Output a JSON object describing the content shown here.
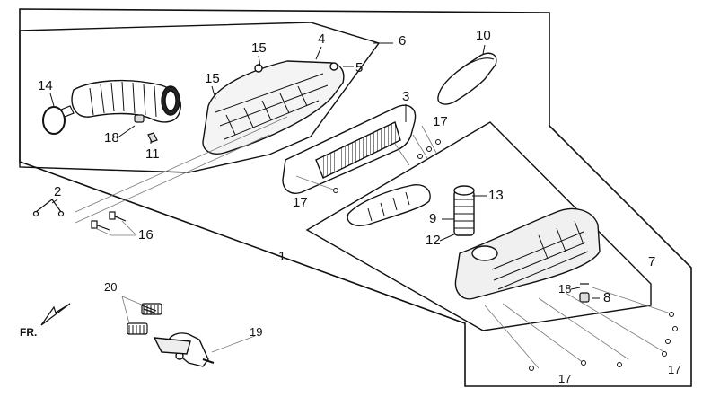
{
  "diagram": {
    "callouts": {
      "c1": "1",
      "c2": "2",
      "c3": "3",
      "c4": "4",
      "c5": "5",
      "c6": "6",
      "c7": "7",
      "c8": "8",
      "c9": "9",
      "c10": "10",
      "c11": "11",
      "c12": "12",
      "c13": "13",
      "c14": "14",
      "c15a": "15",
      "c15b": "15",
      "c16": "16",
      "c17a": "17",
      "c17b": "17",
      "c17c": "17",
      "c17d": "17",
      "c18a": "18",
      "c18b": "18",
      "c19": "19",
      "c20": "20"
    },
    "front_label": "FR."
  }
}
